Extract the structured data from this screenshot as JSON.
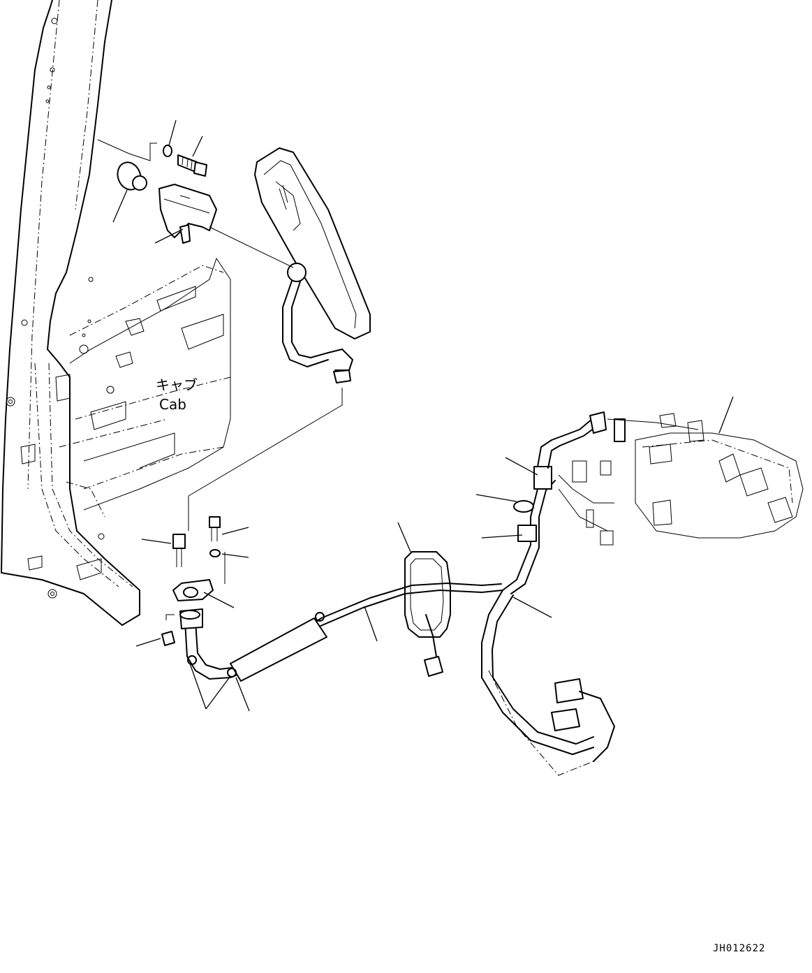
{
  "labels": {
    "cab_jp": "キャブ",
    "cab_en": "Cab"
  },
  "drawing_code": "JH012622"
}
